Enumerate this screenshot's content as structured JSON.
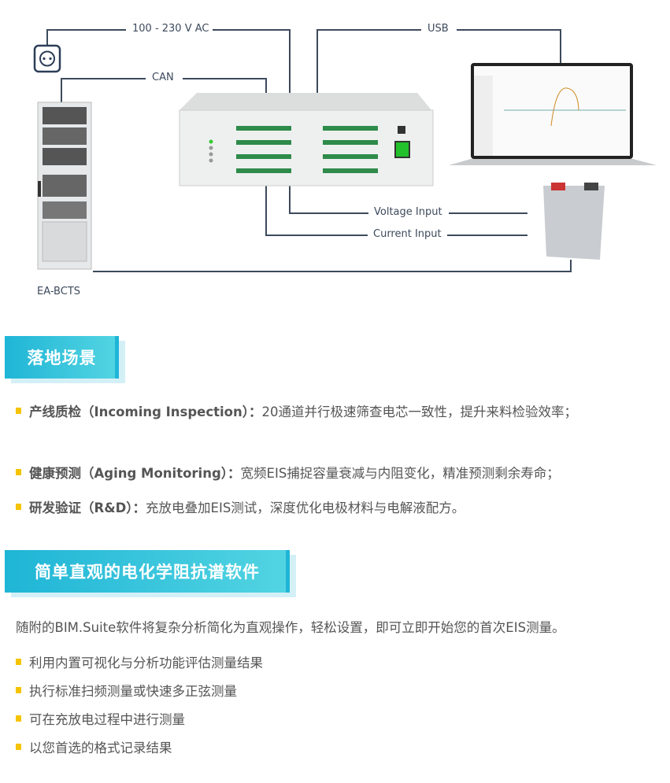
{
  "diagram": {
    "labels": {
      "power": "100 - 230 V AC",
      "usb": "USB",
      "can": "CAN",
      "voltage_input": "Voltage Input",
      "current_input": "Current Input",
      "bcts": "EA-BCTS"
    },
    "line_color": "#3d4a5c"
  },
  "section1": {
    "title": "落地场景",
    "items": [
      {
        "label": "产线质检（Incoming Inspection）：",
        "text": "20通道并行极速筛查电芯一致性，提升来料检验效率；"
      },
      {
        "label": "健康预测（Aging Monitoring）：",
        "text": "宽频EIS捕捉容量衰减与内阻变化，精准预测剩余寿命；"
      },
      {
        "label": "研发验证（R&D）：",
        "text": "充放电叠加EIS测试，深度优化电极材料与电解液配方。"
      }
    ]
  },
  "section2": {
    "title": "简单直观的电化学阻抗谱软件",
    "intro": "随附的BIM.Suite软件将复杂分析简化为直观操作，轻松设置，即可立即开始您的首次EIS测量。",
    "items": [
      "利用内置可视化与分析功能评估测量结果",
      "执行标准扫频测量或快速多正弦测量",
      "可在充放电过程中进行测量",
      "以您首选的格式记录结果"
    ]
  },
  "colors": {
    "accent": "#1fb5d6",
    "bullet": "#f5c400",
    "text": "#555555"
  }
}
